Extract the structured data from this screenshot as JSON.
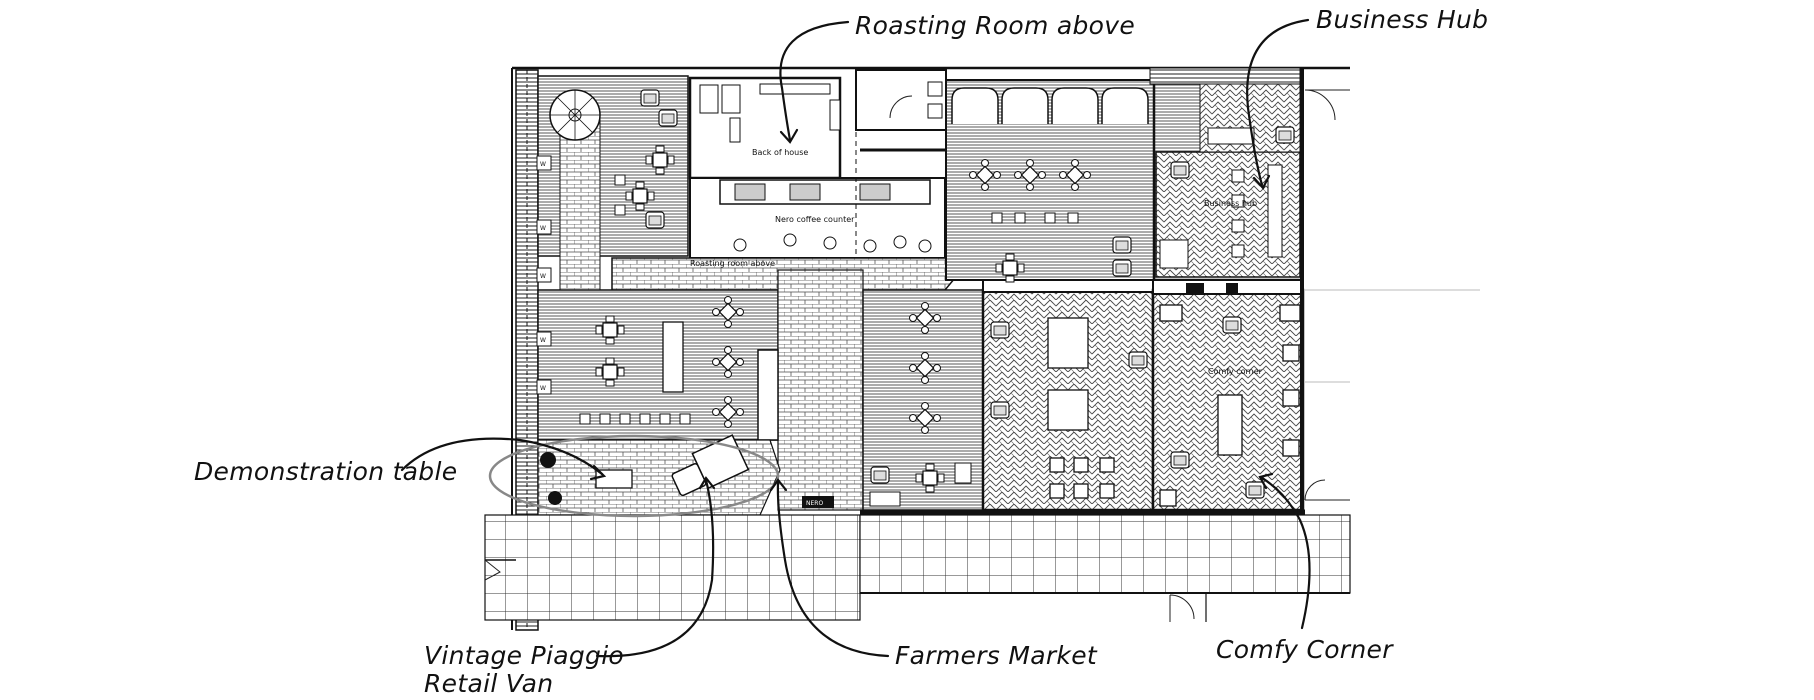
{
  "callouts": {
    "roasting_room": "Roasting Room above",
    "business_hub": "Business Hub",
    "demonstration_table": "Demonstration table",
    "vintage_van_line1": "Vintage Piaggio",
    "vintage_van_line2": "Retail Van",
    "farmers_market": "Farmers Market",
    "comfy_corner": "Comfy Corner"
  },
  "plan_labels": {
    "back_of_house": "Back of house",
    "coffee_counter": "Nero coffee counter",
    "roasting_room_above": "Roasting room above",
    "business_hub": "Business hub",
    "comfy_corner": "Comfy corner",
    "nero_sign": "NERO",
    "w_marker": "W"
  },
  "colors": {
    "ink": "#111111",
    "hatch": "#555555",
    "paper": "#ffffff",
    "outline": "#888888"
  }
}
